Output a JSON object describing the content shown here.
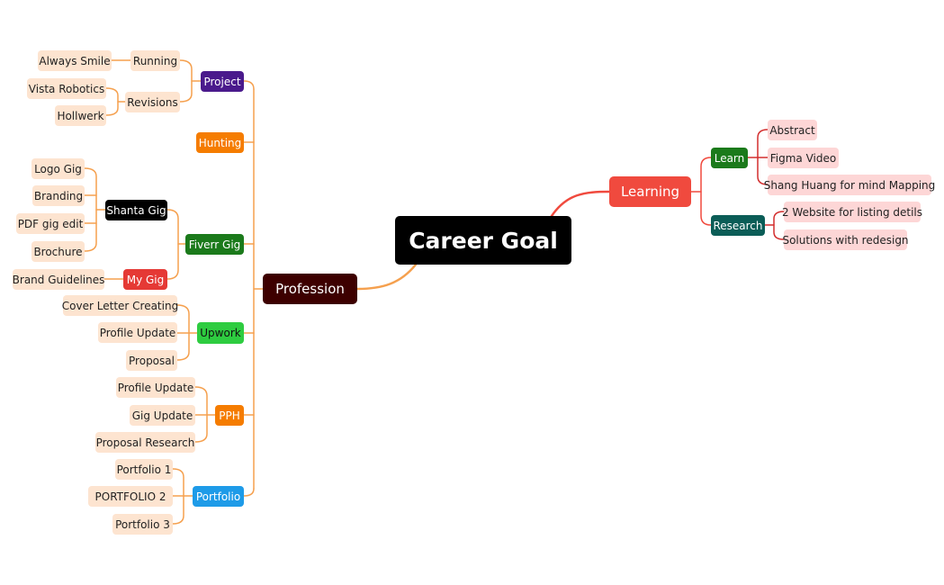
{
  "central": {
    "label": "Career Goal",
    "color": "#000000"
  },
  "colors": {
    "left_branch_line": "#f5a04e",
    "right_branch_line": "#f04a3e",
    "learn_line": "#d32f2f",
    "orange_leaf_bg": "#fde4d0",
    "red_leaf_bg": "#fdd6d6"
  },
  "branches": {
    "profession": {
      "label": "Profession",
      "color": "#3d0000",
      "children": {
        "project": {
          "label": "Project",
          "color": "#4a1a8c",
          "running": {
            "label": "Running",
            "children": [
              "Always Smile"
            ]
          },
          "revisions": {
            "label": "Revisions",
            "children": [
              "Vista Robotics",
              "Hollwerk"
            ]
          }
        },
        "hunting": {
          "label": "Hunting",
          "color": "#f57c00"
        },
        "fiverr": {
          "label": "Fiverr Gig",
          "color": "#1b7a1b",
          "shanta": {
            "label": "Shanta Gig",
            "color": "#000000",
            "children": [
              "Logo Gig",
              "Branding",
              "PDF gig edit",
              "Brochure"
            ]
          },
          "mygig": {
            "label": "My Gig",
            "color": "#e53935",
            "children": [
              "Brand Guidelines"
            ]
          }
        },
        "upwork": {
          "label": "Upwork",
          "color": "#2ecc40",
          "children": [
            "Cover Letter Creating",
            "Profile Update",
            "Proposal"
          ]
        },
        "pph": {
          "label": "PPH",
          "color": "#f57c00",
          "children": [
            "Profile Update",
            "Gig Update",
            "Proposal Research"
          ]
        },
        "portfolio": {
          "label": "Portfolio",
          "color": "#1e9be8",
          "children": [
            "Portfolio 1",
            "PORTFOLIO 2",
            "Portfolio 3"
          ]
        }
      }
    },
    "learning": {
      "label": "Learning",
      "color": "#f04a3e",
      "children": {
        "learn": {
          "label": "Learn",
          "color": "#1b7a1b",
          "children": [
            "Abstract",
            "Figma Video",
            "Shang Huang for mind Mapping"
          ]
        },
        "research": {
          "label": "Research",
          "color": "#0b5d57",
          "children": [
            "2 Website for listing detils",
            "Solutions with redesign"
          ]
        }
      }
    }
  }
}
